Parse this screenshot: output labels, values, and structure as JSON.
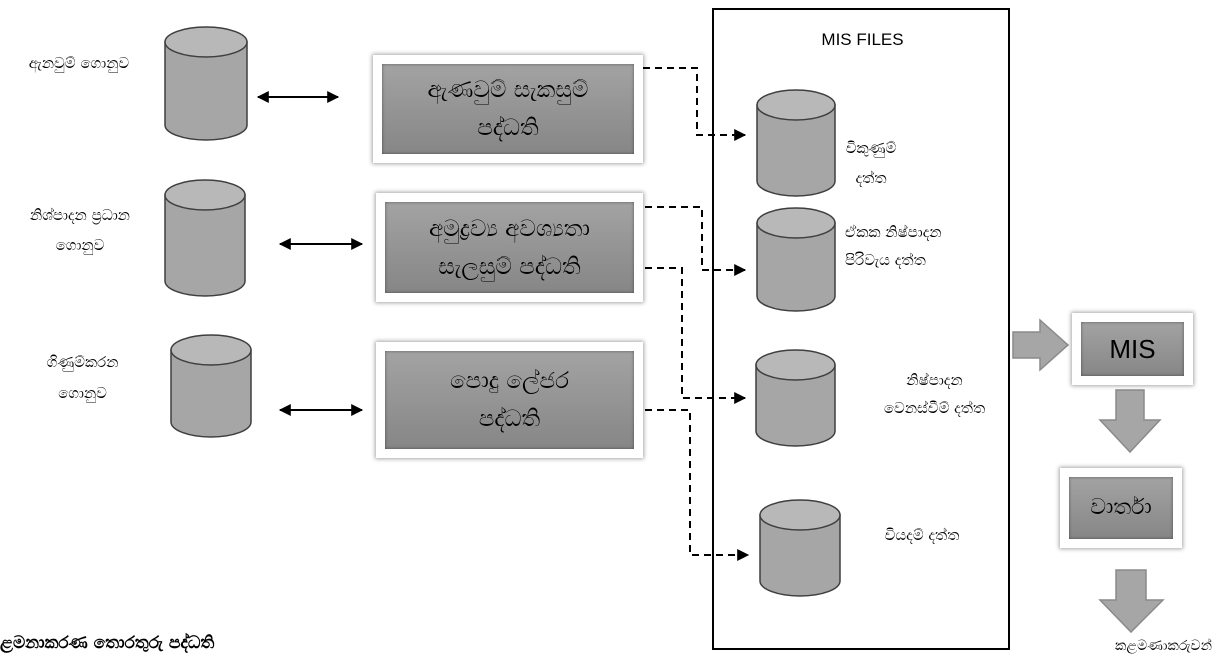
{
  "caption": "ළමනාකරණ තොරතුරු පද්ධති",
  "sources": {
    "orders_file": {
      "line1": "ඇනවුම් ගොනුව"
    },
    "production_master_file": {
      "line1": "නිශ්පාදන ප්‍රධාන",
      "line2": "ගොනුව"
    },
    "accounting_file": {
      "line1": "ගිණුම්කරන",
      "line2": "ගොනුව"
    }
  },
  "systems": {
    "order_processing": {
      "line1": "ඇණවුම් සැකසුම්",
      "line2": "පද්ධති"
    },
    "material_requirements": {
      "line1": "අමුද්‍රව්‍ය අවශ්‍යතා",
      "line2": "සැලසුම් පද්ධති"
    },
    "general_ledger": {
      "line1": "පොදු ලේජර",
      "line2": "පද්ධති"
    }
  },
  "mis_files": {
    "title": "MIS FILES",
    "sales_data": {
      "line1": "විකුණුම්",
      "line2": "දත්ත"
    },
    "unit_cost_data": {
      "line1": "ඒකක නිෂ්පාදන",
      "line2": "පිරිවැය දත්ත"
    },
    "production_change_data": {
      "line1": "නිෂ්පාදන",
      "line2": "වෙනස්වීම් දත්ත"
    },
    "expense_data": {
      "line1": "වියදම් දත්ත"
    }
  },
  "mis": "MIS",
  "reports": "වාර්තා",
  "managers": "කළමණාකරුවන්",
  "colors": {
    "cyl": "#a6a6a6",
    "cyl-top": "#b8b8b8",
    "outline": "#3f3f3f",
    "box-top": "#a3a3a3",
    "box-bottom": "#868686",
    "arrow-fill": "#a6a6a6",
    "arrow-stroke": "#8a8a8a"
  }
}
